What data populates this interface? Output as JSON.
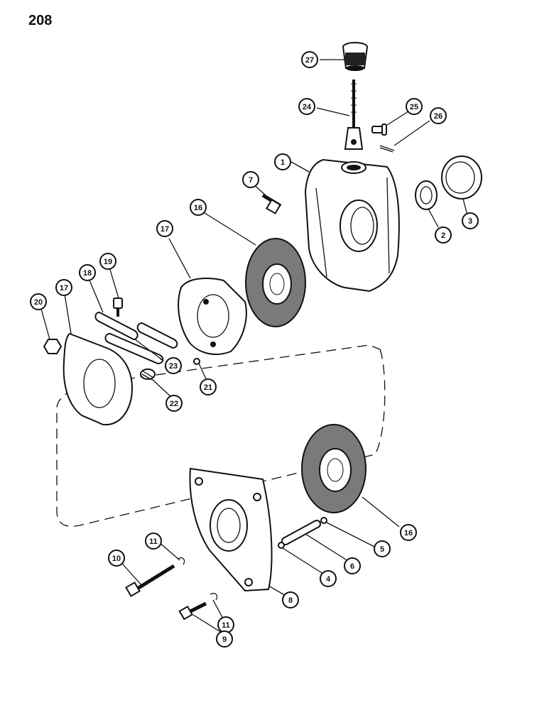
{
  "page": {
    "number": "208"
  },
  "callouts": [
    {
      "id": "c27",
      "label": "27"
    },
    {
      "id": "c24",
      "label": "24"
    },
    {
      "id": "c25",
      "label": "25"
    },
    {
      "id": "c26",
      "label": "26"
    },
    {
      "id": "c1",
      "label": "1"
    },
    {
      "id": "c7",
      "label": "7"
    },
    {
      "id": "c2",
      "label": "2"
    },
    {
      "id": "c3",
      "label": "3"
    },
    {
      "id": "c16a",
      "label": "16"
    },
    {
      "id": "c17a",
      "label": "17"
    },
    {
      "id": "c19",
      "label": "19"
    },
    {
      "id": "c18",
      "label": "18"
    },
    {
      "id": "c17b",
      "label": "17"
    },
    {
      "id": "c20",
      "label": "20"
    },
    {
      "id": "c23",
      "label": "23"
    },
    {
      "id": "c21",
      "label": "21"
    },
    {
      "id": "c22",
      "label": "22"
    },
    {
      "id": "c16b",
      "label": "16"
    },
    {
      "id": "c5",
      "label": "5"
    },
    {
      "id": "c6",
      "label": "6"
    },
    {
      "id": "c4",
      "label": "4"
    },
    {
      "id": "c11a",
      "label": "11"
    },
    {
      "id": "c10",
      "label": "10"
    },
    {
      "id": "c8",
      "label": "8"
    },
    {
      "id": "c11b",
      "label": "11"
    },
    {
      "id": "c9",
      "label": "9"
    }
  ]
}
